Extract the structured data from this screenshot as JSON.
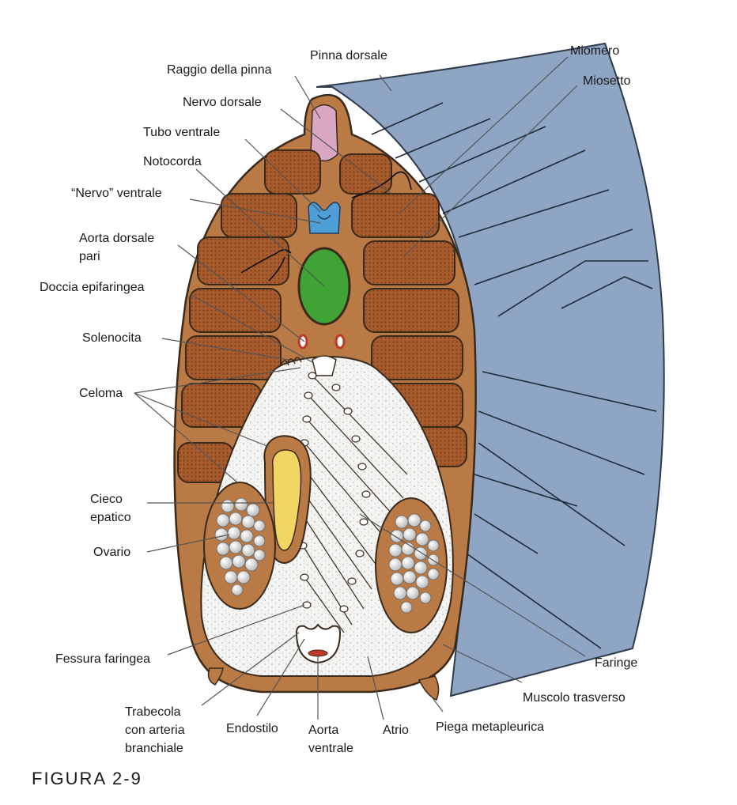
{
  "figure": {
    "caption": "FIGURA 2-9",
    "colors": {
      "body_wall": "#b97a45",
      "myomere": "#a85c2e",
      "myotome_side": "#8ea6c4",
      "notochord": "#3fa435",
      "fin_ray": "#d9a7c4",
      "nerve_tube": "#4f9fd6",
      "hepatic_cecum": "#f2d664",
      "aorta": "#c0392b",
      "outline": "#3a2a1c"
    },
    "labels": {
      "pinna_dorsale": "Pinna dorsale",
      "raggio_pinna": "Raggio della pinna",
      "nervo_dorsale": "Nervo dorsale",
      "tubo_ventrale": "Tubo ventrale",
      "notocorda": "Notocorda",
      "nervo_ventrale": "“Nervo” ventrale",
      "aorta_dorsale": "Aorta dorsale\npari",
      "doccia_epifaringea": "Doccia epifaringea",
      "solenocita": "Solenocita",
      "celoma": "Celoma",
      "cieco_epatico": "Cieco\nepatico",
      "ovario": "Ovario",
      "fessura_faringea": "Fessura faringea",
      "trabecola": "Trabecola\ncon arteria\nbranchiale",
      "endostilo": "Endostilo",
      "aorta_ventrale": "Aorta\nventrale",
      "atrio": "Atrio",
      "piega_metapleurica": "Piega  metapleurica",
      "miomero": "Miomero",
      "miosetto": "Miosetto",
      "faringe": "Faringe",
      "muscolo_trasverso": "Muscolo trasverso"
    }
  }
}
